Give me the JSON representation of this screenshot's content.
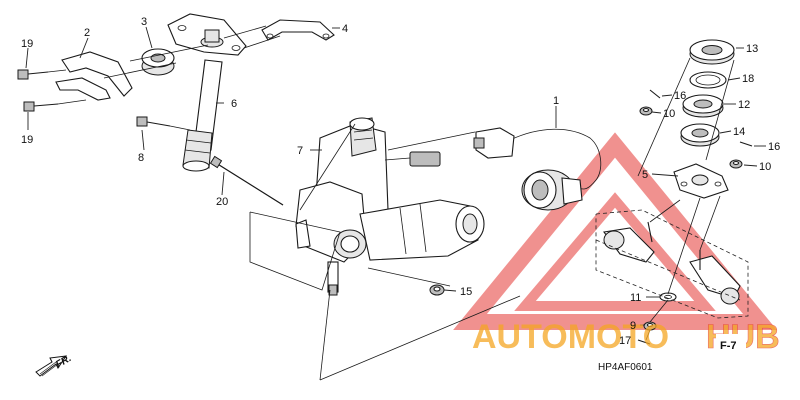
{
  "diagram": {
    "code": "HP4AF0601",
    "reference": "F-7",
    "direction_label": "FR.",
    "callouts": {
      "c1": "1",
      "c2": "2",
      "c3": "3",
      "c4": "4",
      "c5": "5",
      "c6": "6",
      "c7": "7",
      "c8": "8",
      "c9": "9",
      "c10a": "10",
      "c10b": "10",
      "c11": "11",
      "c12": "12",
      "c13": "13",
      "c14": "14",
      "c15": "15",
      "c16a": "16",
      "c16b": "16",
      "c17": "17",
      "c18": "18",
      "c19a": "19",
      "c19b": "19",
      "c20": "20"
    }
  },
  "watermark": {
    "brand_part1": "AUTOMOTO",
    "brand_part2": "HUB",
    "color_red": "#e53935",
    "color_orange": "#f5a623"
  }
}
